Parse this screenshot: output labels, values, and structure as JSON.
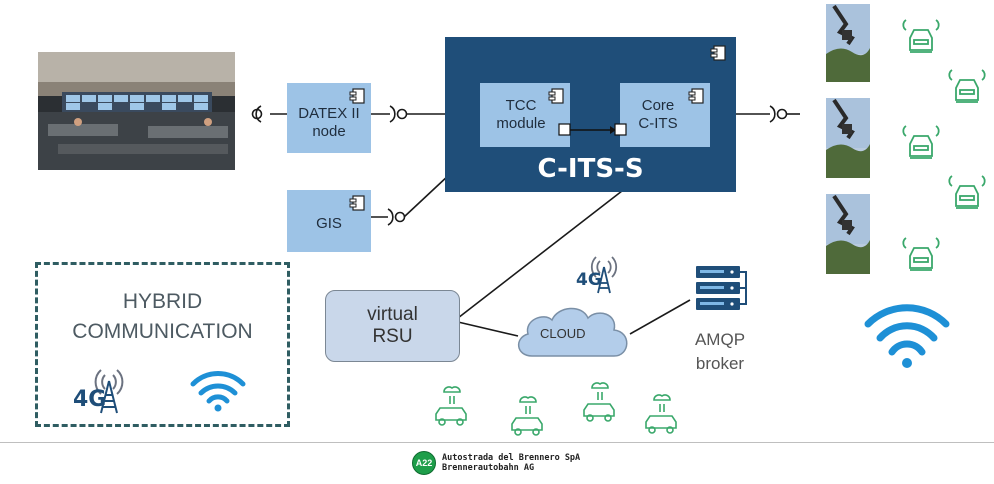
{
  "diagram": {
    "nodes": {
      "datex": "DATEX II\nnode",
      "tcc": "TCC\nmodule",
      "core": "Core\nC-ITS",
      "gis": "GIS",
      "cits": "C-ITS-S",
      "vrsu": "virtual\nRSU",
      "cloud": "CLOUD",
      "amqp": "AMQP\nbroker",
      "hybrid_line1": "HYBRID",
      "hybrid_line2": "COMMUNICATION",
      "network_4g": "4G"
    },
    "footer": {
      "logo_badge": "A22",
      "line1": "Autostrada del Brennero SpA",
      "line2": "Brennerautobahn AG"
    },
    "colors": {
      "container": "#1f4e79",
      "component": "#9dc3e6",
      "wifi": "#1e90d6",
      "car_green": "#3aa86b",
      "brand_green": "#1e9e4a"
    },
    "icons": [
      "component-icon",
      "wifi-icon",
      "cell-tower-4g-icon",
      "server-icon",
      "cloud-icon",
      "connected-car-icon"
    ]
  }
}
